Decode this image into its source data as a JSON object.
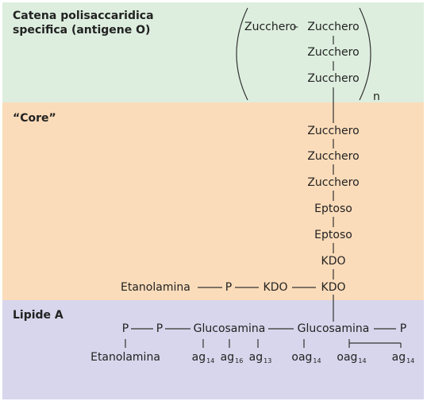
{
  "regions": {
    "o_antigen": {
      "heading_line1": "Catena polisaccaridica",
      "heading_line2": "specifica (antigene O)",
      "sugar_a": "Zucchero",
      "dash": "–",
      "sugar_b": "Zucchero",
      "sugar_c": "Zucchero",
      "sugar_d": "Zucchero",
      "repeat": "n"
    },
    "core": {
      "heading": "“Core”",
      "sugar_1": "Zucchero",
      "sugar_2": "Zucchero",
      "sugar_3": "Zucchero",
      "heptose_1": "Eptoso",
      "heptose_2": "Eptoso",
      "kdo_1": "KDO",
      "kdo_2": "KDO",
      "kdo_3": "KDO",
      "phosphate": "P",
      "ethanolamine": "Etanolamina"
    },
    "lipid_a": {
      "heading": "Lipide A",
      "p1": "P",
      "p2": "P",
      "glucosamine_1": "Glucosamina",
      "glucosamine_2": "Glucosamina",
      "p3": "P",
      "ethanolamine": "Etanolamina",
      "fatty_acids": [
        {
          "base": "ag",
          "sub": "14"
        },
        {
          "base": "ag",
          "sub": "16"
        },
        {
          "base": "ag",
          "sub": "13"
        },
        {
          "base": "oag",
          "sub": "14"
        },
        {
          "base": "oag",
          "sub": "14"
        },
        {
          "base": "ag",
          "sub": "14"
        }
      ]
    }
  },
  "colors": {
    "o_antigen_band": "#ddeede",
    "core_band": "#fbdcba",
    "lipid_a_band": "#d7d6ec",
    "lines": "#333333"
  }
}
